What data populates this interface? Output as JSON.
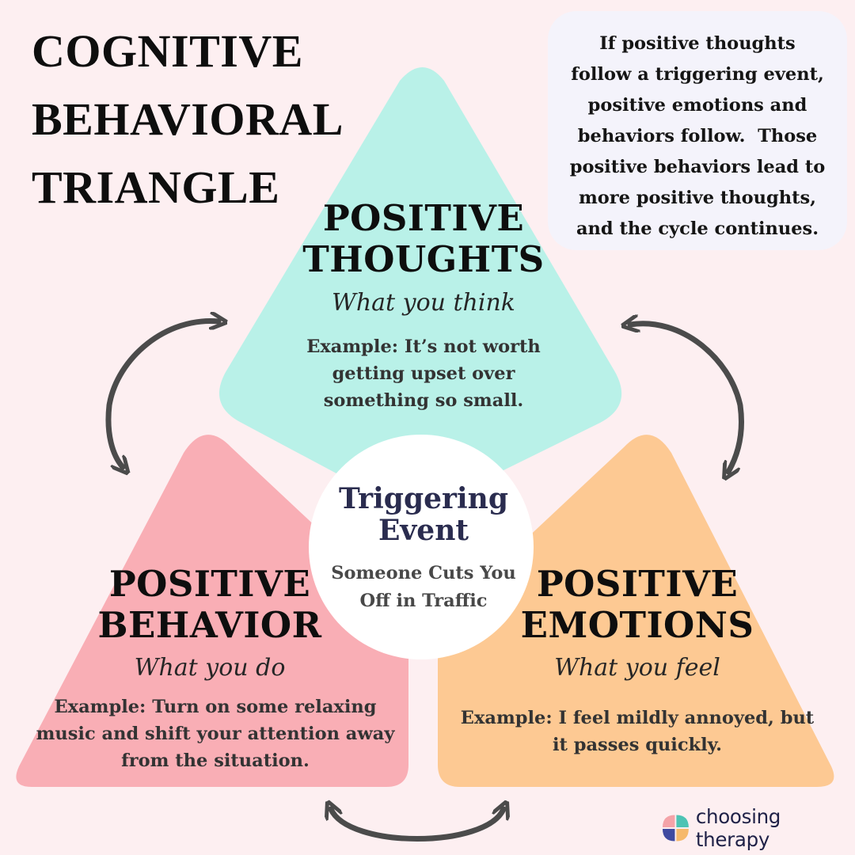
{
  "title": {
    "line1": "COGNITIVE",
    "line2": "BEHAVIORAL",
    "line3": "TRIANGLE"
  },
  "note": {
    "lines": [
      "If positive thoughts",
      "follow a triggering event,",
      "positive emotions and",
      "behaviors follow.  Those",
      "positive behaviors lead to",
      "more positive thoughts,",
      "and the cycle continues."
    ]
  },
  "thoughts": {
    "heading1": "POSITIVE",
    "heading2": "THOUGHTS",
    "subtitle": "What you think",
    "example": "Example: It’s not worth getting upset over something so small."
  },
  "behavior": {
    "heading1": "POSITIVE",
    "heading2": "BEHAVIOR",
    "subtitle": "What you do",
    "example": "Example: Turn on some relaxing music and shift your attention away from the situation."
  },
  "emotions": {
    "heading1": "POSITIVE",
    "heading2": "EMOTIONS",
    "subtitle": "What you feel",
    "example": "Example: I feel mildly annoyed, but it passes quickly."
  },
  "trigger": {
    "title1": "Triggering",
    "title2": "Event",
    "text": "Someone Cuts You Off in Traffic"
  },
  "brand": {
    "name": "choosing therapy"
  },
  "colors": {
    "background": "#fdeff1",
    "thoughts": "#b9f1e8",
    "behavior": "#f9aeb5",
    "emotions": "#fdc993",
    "note_box": "#f4f3fb",
    "arrows": "#4b4b4b",
    "trigger_title": "#2a2c4f",
    "logo_colors": [
      "#f4a3a8",
      "#4ec3b4",
      "#f6b96b",
      "#3f4aa0"
    ]
  }
}
